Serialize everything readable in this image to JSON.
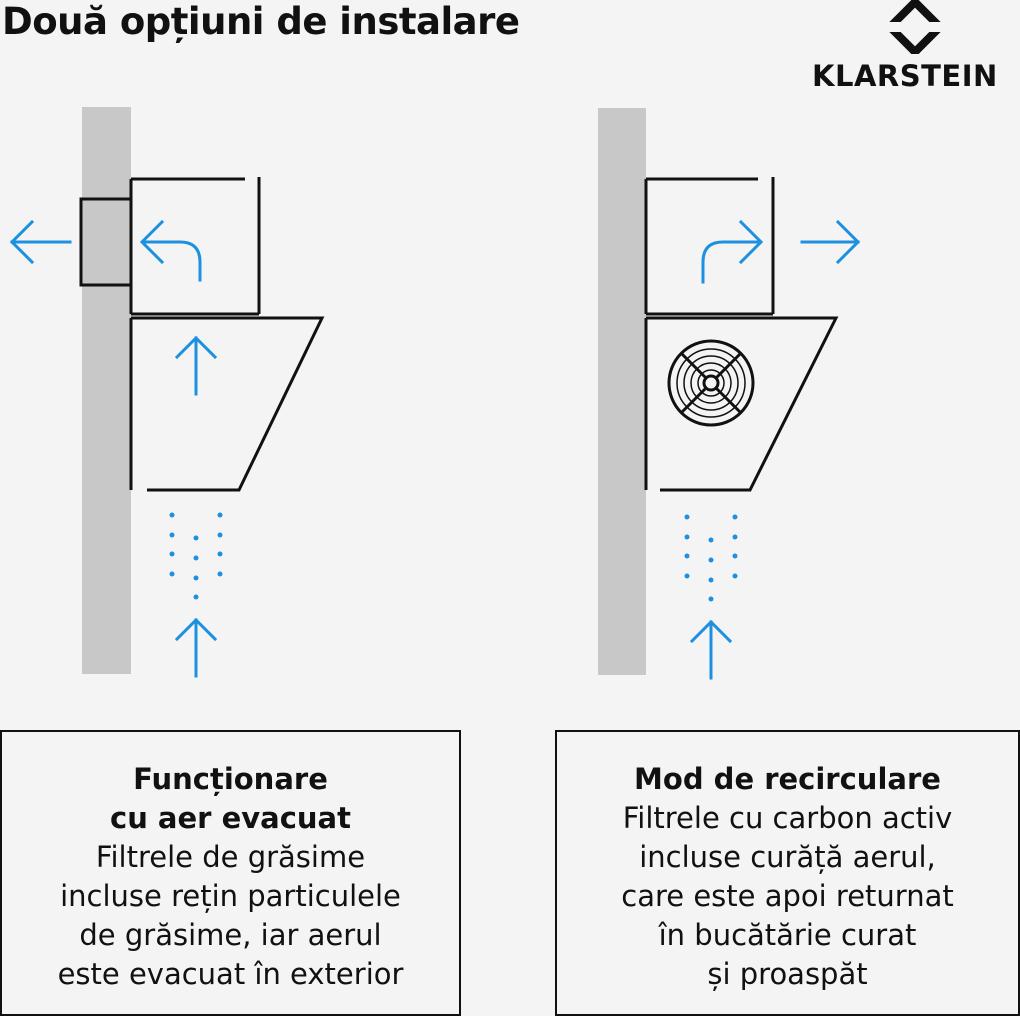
{
  "title": "Două opțiuni de instalare",
  "brand": {
    "name": "KLARSTEIN",
    "logo_icon": "klarstein-logo-icon"
  },
  "colors": {
    "arrow": "#1e90e0",
    "wall": "#c8c8c8",
    "line": "#111111",
    "background": "#f4f4f4"
  },
  "left_panel": {
    "heading": [
      "Funcționare",
      "cu aer evacuat"
    ],
    "body": [
      "Filtrele de grăsime",
      "incluse rețin particulele",
      "de grăsime, iar aerul",
      "este evacuat în exterior"
    ]
  },
  "right_panel": {
    "heading": [
      "Mod de recirculare"
    ],
    "body": [
      "Filtrele cu carbon activ",
      "incluse curăță aerul,",
      "care este apoi returnat",
      "în bucătărie curat",
      "și proaspăt"
    ]
  }
}
